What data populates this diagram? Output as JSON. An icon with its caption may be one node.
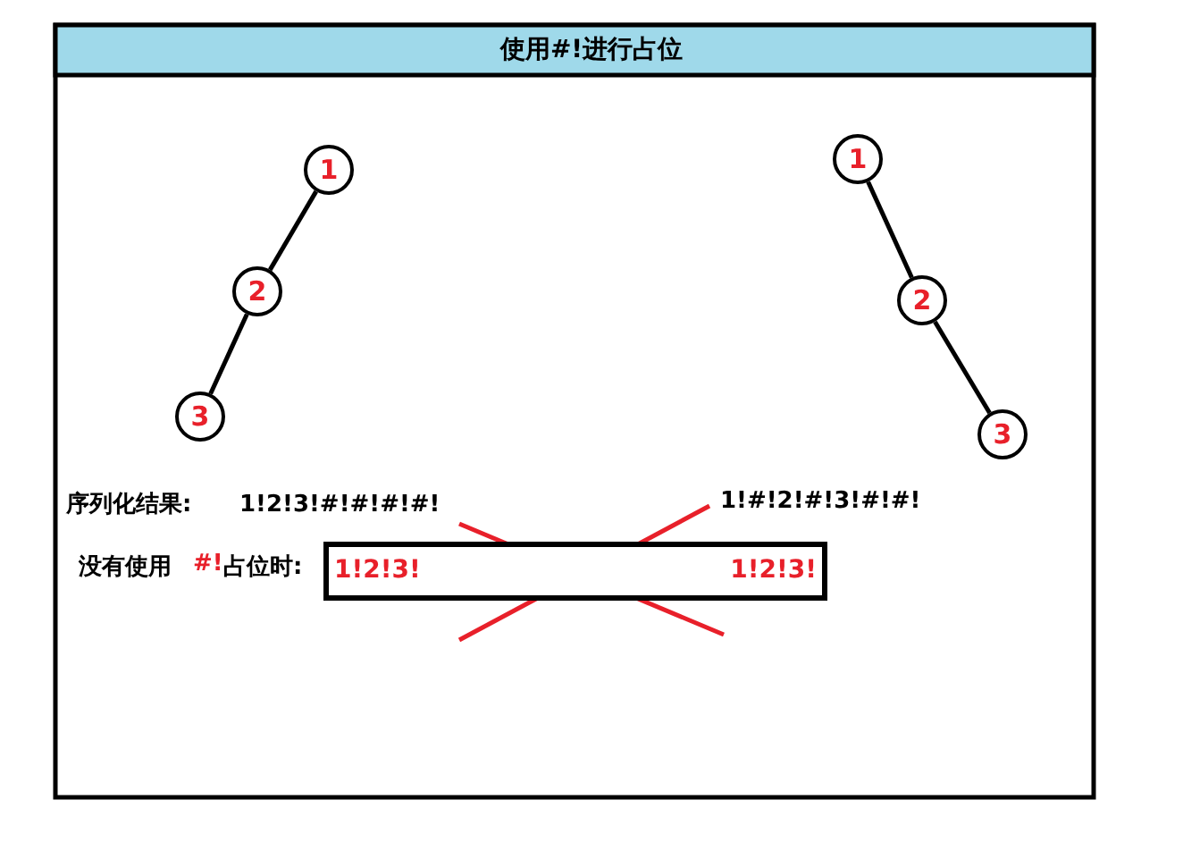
{
  "diagram": {
    "title": "使用#!进行占位",
    "nodes": [
      {
        "text": [
          "1"
        ]
      },
      {
        "text": [
          "2"
        ]
      },
      {
        "text": [
          "3"
        ]
      },
      {
        "text": [
          "1"
        ]
      },
      {
        "text": [
          "2"
        ]
      },
      {
        "text": [
          "3"
        ]
      },
      {
        "text": [
          "1!2!3!",
          "1!2!3!"
        ]
      }
    ],
    "edges": [
      {
        "from": 0,
        "to": 1,
        "arrow": "none"
      },
      {
        "from": 1,
        "to": 2,
        "arrow": "none"
      },
      {
        "from": 3,
        "to": 4,
        "arrow": "none"
      },
      {
        "from": 4,
        "to": 5,
        "arrow": "none"
      }
    ],
    "labels": [
      "序列化结果:",
      "1!2!3!#!#!#!#!",
      "1!#!2!#!3!#!#!",
      "没有使用",
      "#!",
      "占位时:"
    ]
  }
}
